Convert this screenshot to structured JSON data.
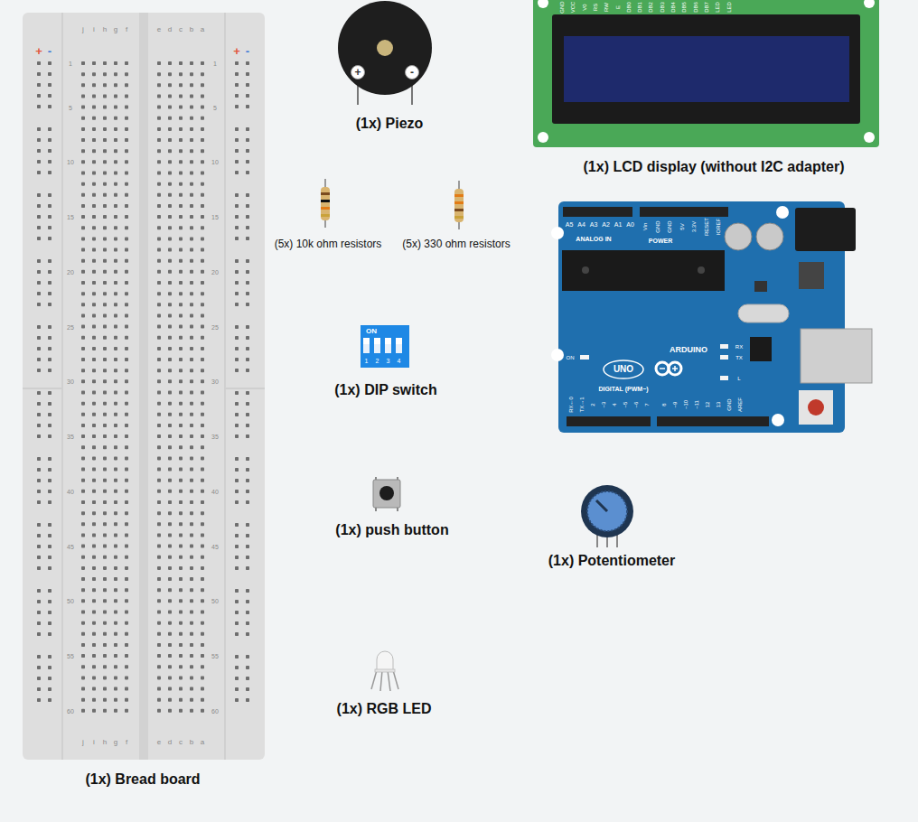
{
  "diagram": {
    "labels": [
      "+",
      "-",
      "+",
      "-",
      "j",
      "i",
      "h",
      "g",
      "f",
      "e",
      "d",
      "c",
      "b",
      "a",
      "1",
      "1",
      "5",
      "5",
      "10",
      "10",
      "15",
      "15",
      "20",
      "20",
      "25",
      "25",
      "30",
      "30",
      "35",
      "35",
      "40",
      "40",
      "45",
      "45",
      "50",
      "50",
      "55",
      "55",
      "60",
      "60",
      "j",
      "i",
      "h",
      "g",
      "f",
      "e",
      "d",
      "c",
      "b",
      "a",
      "(1x) Bread board",
      "+",
      "-",
      "(1x) Piezo",
      "GND",
      "VCC",
      "V0",
      "RS",
      "RW",
      "E",
      "DB0",
      "DB1",
      "DB2",
      "DB3",
      "DB4",
      "DB5",
      "DB6",
      "DB7",
      "LED",
      "LED",
      "(1x) LCD display (without I2C adapter)",
      "(5x) 10k ohm resistors",
      "(5x) 330 ohm resistors",
      "A5",
      "A4",
      "A3",
      "A2",
      "A1",
      "A0",
      "Vin",
      "GND",
      "GND",
      "5V",
      "3.3V",
      "RESET",
      "IOREF",
      "ANALOG IN",
      "POWER",
      "ARDUINO",
      "UNO",
      "ON",
      "RX",
      "TX",
      "L",
      "DIGITAL (PWM~)",
      "RX←0",
      "TX→1",
      "2",
      "~3",
      "4",
      "~5",
      "~6",
      "7",
      "8",
      "~9",
      "~10",
      "~11",
      "12",
      "13",
      "GND",
      "AREF",
      "ON",
      "1",
      "2",
      "3",
      "4",
      "(1x) DIP switch",
      "(1x) push button",
      "(1x) Potentiometer",
      "(1x) RGB LED"
    ]
  }
}
